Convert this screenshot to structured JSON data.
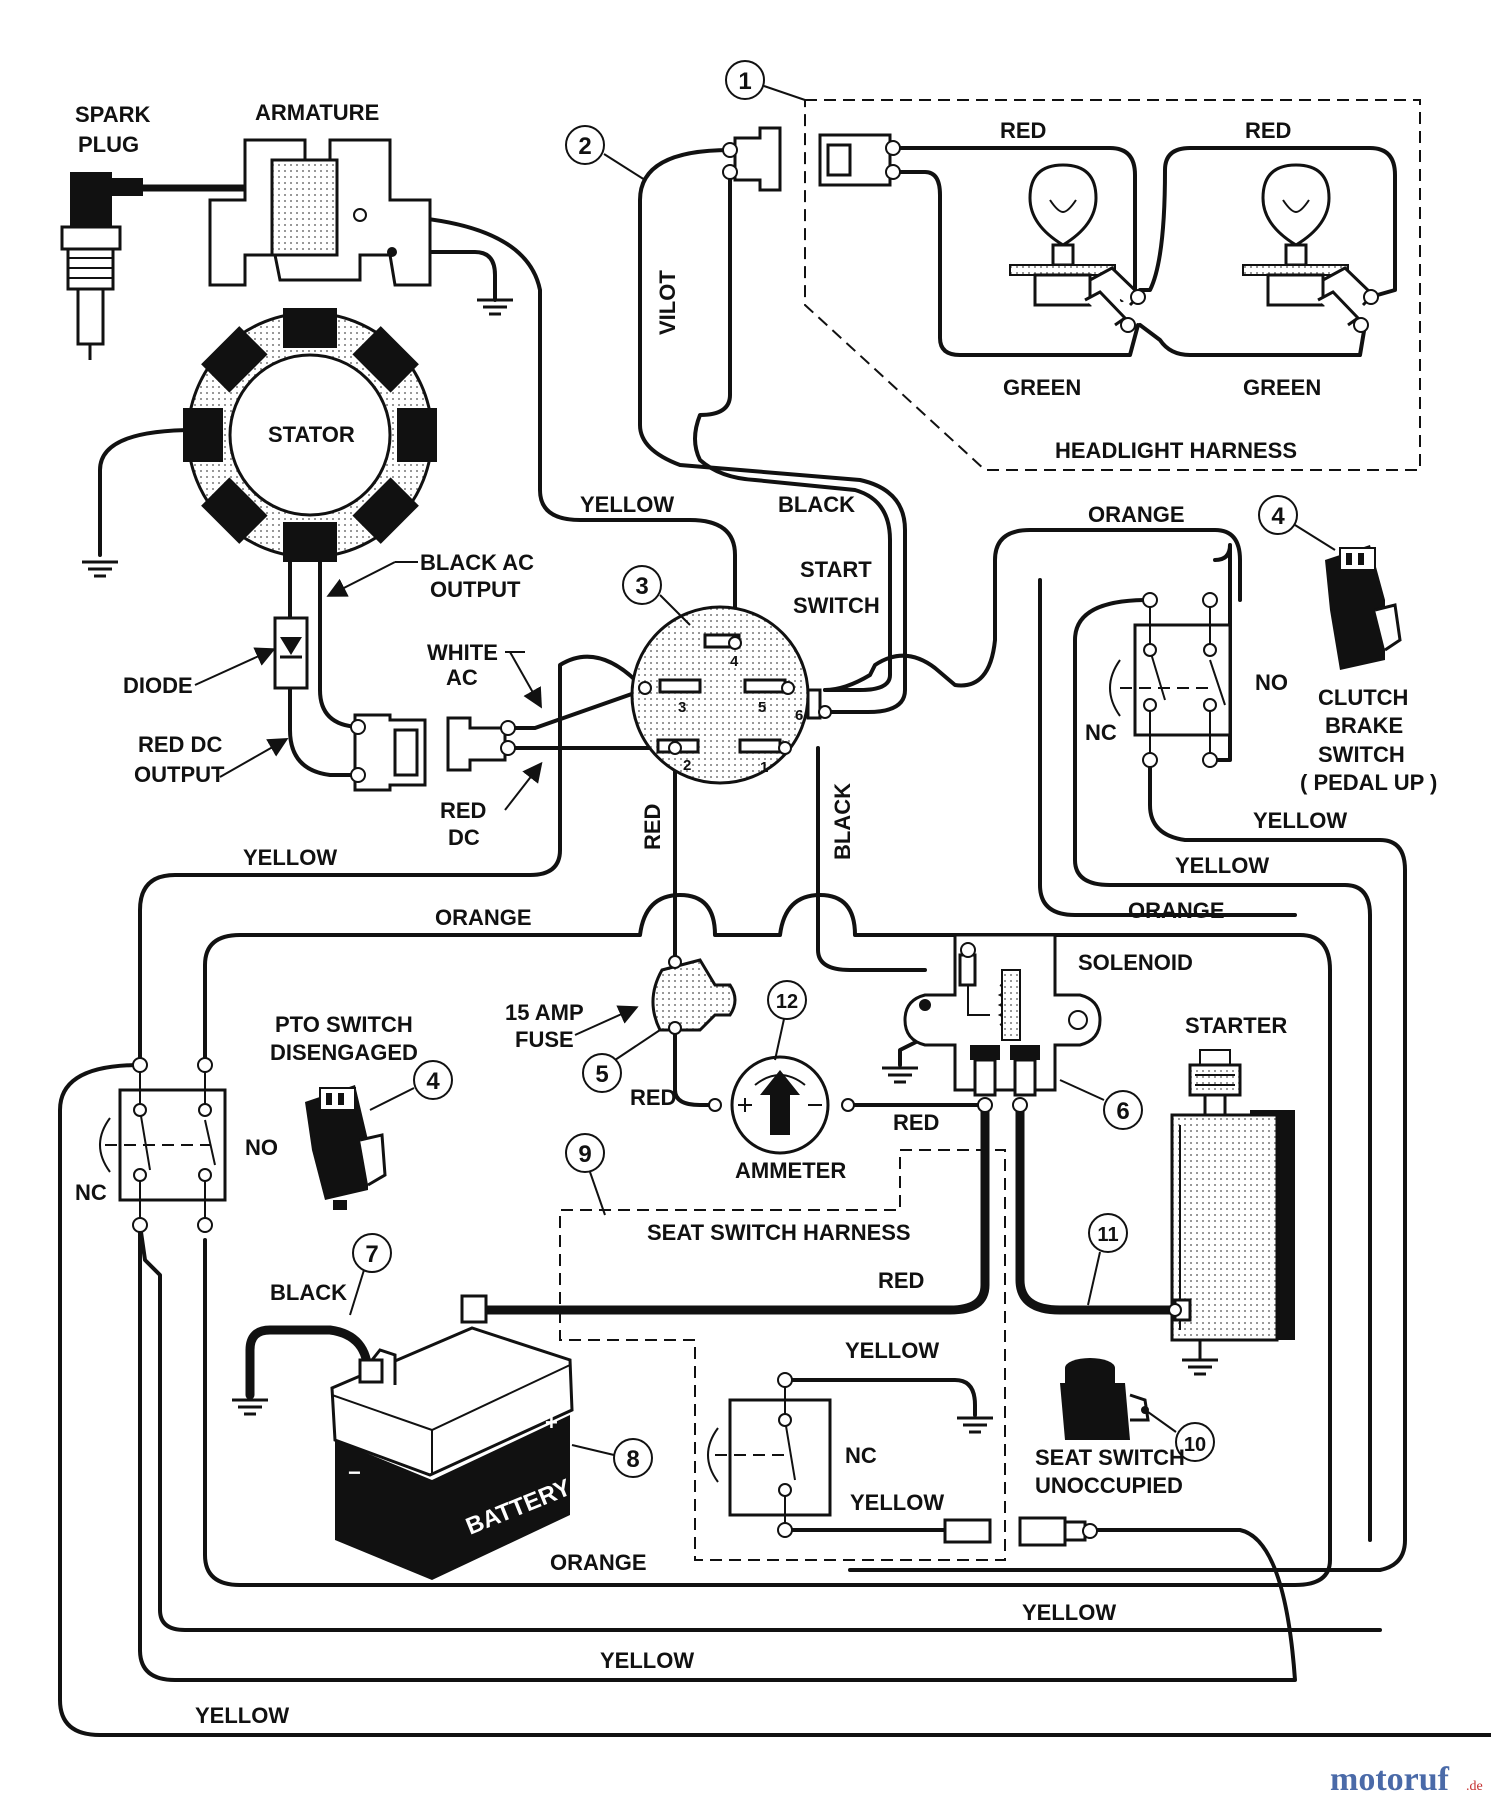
{
  "labels": {
    "spark_plug_1": "SPARK",
    "spark_plug_2": "PLUG",
    "armature": "ARMATURE",
    "stator": "STATOR",
    "black_ac_output_1": "BLACK AC",
    "black_ac_output_2": "OUTPUT",
    "diode": "DIODE",
    "red_dc_output_1": "RED DC",
    "red_dc_output_2": "OUTPUT",
    "white_ac_1": "WHITE",
    "white_ac_2": "AC",
    "red_dc_1": "RED",
    "red_dc_2": "DC",
    "vilot": "VILOT",
    "yellow": "YELLOW",
    "black": "BLACK",
    "red": "RED",
    "green": "GREEN",
    "orange": "ORANGE",
    "headlight_harness": "HEADLIGHT HARNESS",
    "start_switch_1": "START",
    "start_switch_2": "SWITCH",
    "clutch_1": "CLUTCH",
    "clutch_2": "BRAKE",
    "clutch_3": "SWITCH",
    "clutch_4": "( PEDAL UP )",
    "no": "NO",
    "nc": "NC",
    "solenoid": "SOLENOID",
    "fuse_1": "15 AMP",
    "fuse_2": "FUSE",
    "ammeter": "AMMETER",
    "starter": "STARTER",
    "pto_1": "PTO SWITCH",
    "pto_2": "DISENGAGED",
    "seat_switch_harness": "SEAT SWITCH HARNESS",
    "battery": "BATTERY",
    "seat_unocc_1": "SEAT SWITCH",
    "seat_unocc_2": "UNOCCUPIED"
  },
  "switch_terminals": [
    "1",
    "2",
    "3",
    "4",
    "5",
    "6"
  ],
  "callouts": [
    "1",
    "2",
    "3",
    "4",
    "5",
    "6",
    "7",
    "8",
    "9",
    "10",
    "11",
    "12"
  ],
  "watermark": {
    "main": "motoruf",
    "suffix": ".de"
  }
}
